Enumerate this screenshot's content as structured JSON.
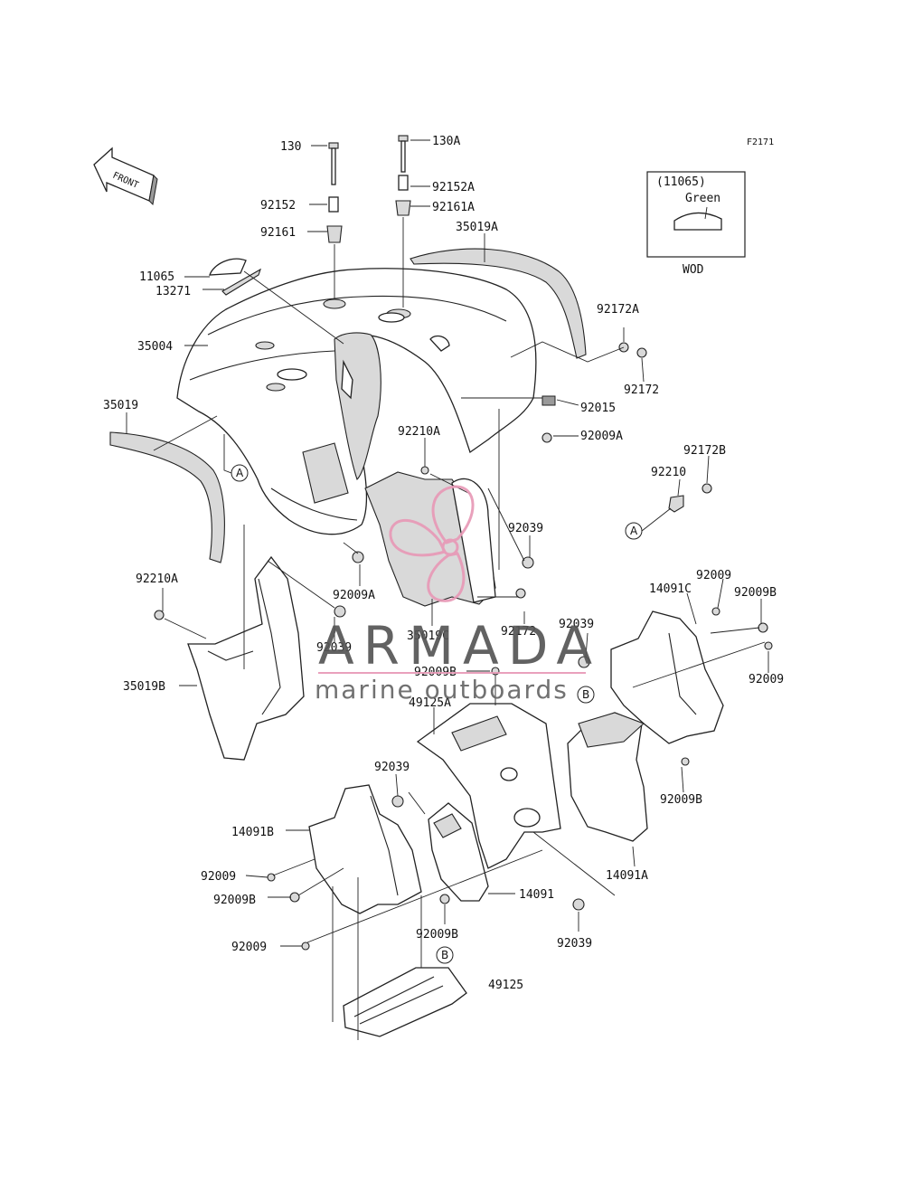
{
  "figure_code": "F2171",
  "front_label": "FRONT",
  "inset": {
    "part_ref": "(11065)",
    "color": "Green",
    "caption": "WOD"
  },
  "watermark": {
    "brand": "ARMADA",
    "tagline": "marine outboards",
    "accent_color": "#e89ab7",
    "text_color": "#555555"
  },
  "callouts": {
    "A": "A",
    "B": "B"
  },
  "labels": {
    "p130": "130",
    "p130A": "130A",
    "p92152": "92152",
    "p92152A": "92152A",
    "p92161": "92161",
    "p92161A": "92161A",
    "p35019A": "35019A",
    "p11065": "11065",
    "p13271": "13271",
    "p35004": "35004",
    "p92172A": "92172A",
    "p92172": "92172",
    "p92015": "92015",
    "p92009A_r": "92009A",
    "p35019": "35019",
    "p92210A_t": "92210A",
    "p92172B": "92172B",
    "p92210": "92210",
    "p92039_a": "92039",
    "p92210A_l": "92210A",
    "p92009A_c": "92009A",
    "p92009_r1": "92009",
    "p14091C": "14091C",
    "p92009B_r": "92009B",
    "p92039_b": "92039",
    "p35019C": "35019C",
    "p92172_c": "92172",
    "p92039_c": "92039",
    "p92009_r2": "92009",
    "p92009B_c": "92009B",
    "p35019B": "35019B",
    "p49125A": "49125A",
    "p92039_d": "92039",
    "p92009B_r2": "92009B",
    "p14091B": "14091B",
    "p14091A": "14091A",
    "p92009_l1": "92009",
    "p14091": "14091",
    "p92009B_l": "92009B",
    "p92009B_b": "92009B",
    "p92039_e": "92039",
    "p92009_l2": "92009",
    "p49125": "49125"
  }
}
